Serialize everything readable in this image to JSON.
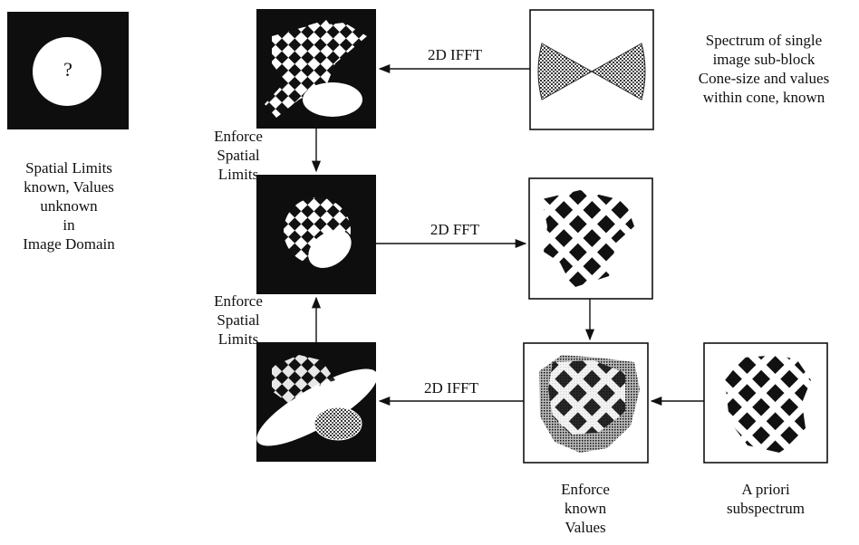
{
  "unknown_block": {
    "symbol": "?"
  },
  "labels": {
    "spatial_limits_known": [
      "Spatial Limits",
      "known, Values",
      "unknown",
      "in",
      "Image Domain"
    ],
    "spectrum_desc": [
      "Spectrum of single",
      "image sub-block",
      "Cone-size and values",
      "within cone, known"
    ],
    "enforce_spatial_1": [
      "Enforce",
      "Spatial",
      "Limits"
    ],
    "enforce_spatial_2": [
      "Enforce",
      "Spatial",
      "Limits"
    ],
    "enforce_known": [
      "Enforce",
      "known",
      "Values"
    ],
    "a_priori": [
      "A priori",
      "subspectrum"
    ]
  },
  "arrows": {
    "ifft_top": "2D IFFT",
    "fft_mid": "2D FFT",
    "ifft_bottom": "2D IFFT"
  },
  "colors": {
    "ink": "#111111",
    "panel_bg": "#0e0e0e",
    "paper": "#ffffff"
  }
}
